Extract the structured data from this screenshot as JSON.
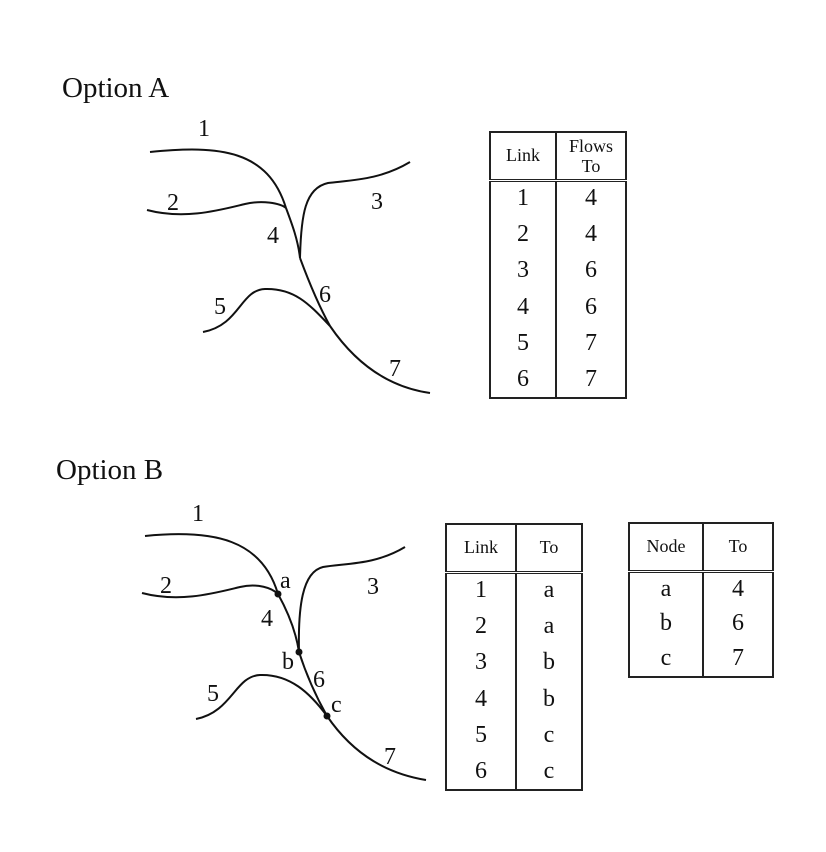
{
  "optionA": {
    "heading": "Option A",
    "link_labels": [
      "1",
      "2",
      "3",
      "4",
      "5",
      "6",
      "7"
    ],
    "table": {
      "headers": [
        "Link",
        "Flows",
        "To"
      ],
      "rows": [
        [
          "1",
          "4"
        ],
        [
          "2",
          "4"
        ],
        [
          "3",
          "6"
        ],
        [
          "4",
          "6"
        ],
        [
          "5",
          "7"
        ],
        [
          "6",
          "7"
        ]
      ]
    }
  },
  "optionB": {
    "heading": "Option B",
    "link_labels": [
      "1",
      "2",
      "3",
      "4",
      "5",
      "6",
      "7"
    ],
    "node_labels": [
      "a",
      "b",
      "c"
    ],
    "link_table": {
      "headers": [
        "Link",
        "To"
      ],
      "rows": [
        [
          "1",
          "a"
        ],
        [
          "2",
          "a"
        ],
        [
          "3",
          "b"
        ],
        [
          "4",
          "b"
        ],
        [
          "5",
          "c"
        ],
        [
          "6",
          "c"
        ]
      ]
    },
    "node_table": {
      "headers": [
        "Node",
        "To"
      ],
      "rows": [
        [
          "a",
          "4"
        ],
        [
          "b",
          "6"
        ],
        [
          "c",
          "7"
        ]
      ]
    }
  }
}
